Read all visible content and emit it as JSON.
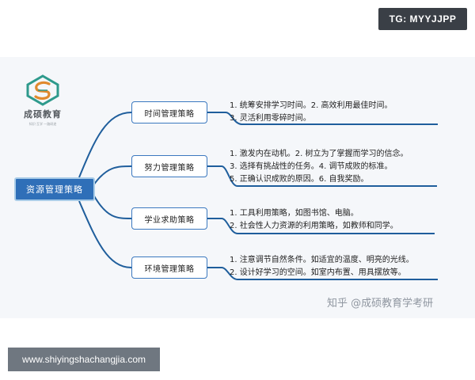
{
  "top_badge": "TG: MYYJJPP",
  "logo": {
    "name": "成硕教育",
    "tagline": "知识·互学 一路研途"
  },
  "central_topic": "资源管理策略",
  "branches": [
    {
      "title": "时间管理策略",
      "items": [
        "1. 统筹安排学习时间。2. 高效利用最佳时间。",
        "3. 灵活利用零碎时间。"
      ]
    },
    {
      "title": "努力管理策略",
      "items": [
        "1. 激发内在动机。2. 树立为了掌握而学习的信念。",
        "3. 选择有挑战性的任务。4. 调节成败的标准。",
        "5. 正确认识成败的原因。6. 自我奖励。"
      ]
    },
    {
      "title": "学业求助策略",
      "items": [
        "1. 工具利用策略，如图书馆、电脑。",
        "2. 社会性人力资源的利用策略，如教师和同学。"
      ]
    },
    {
      "title": "环境管理策略",
      "items": [
        "1. 注意调节自然条件。如适宜的温度、明亮的光线。",
        "2. 设计好学习的空间。如室内布置、用具摆放等。"
      ]
    }
  ],
  "watermark": "知乎 @成硕教育学考研",
  "bottom_badge": "www.shiyingshachangjia.com",
  "colors": {
    "accent": "#2f6fb8",
    "line": "#1f5e9c",
    "panel": "#f5f7fa"
  }
}
